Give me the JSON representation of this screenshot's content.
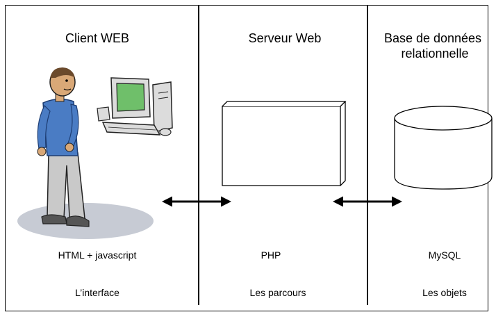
{
  "columns": [
    {
      "title": "Client WEB",
      "technology": "HTML + javascript",
      "role": "L’interface"
    },
    {
      "title": "Serveur Web",
      "technology": "PHP",
      "role": "Les parcours"
    },
    {
      "title_line1": "Base de données",
      "title_line2": "relationnelle",
      "technology": "MySQL",
      "role": "Les objets"
    }
  ],
  "colors": {
    "shirt": "#4a7cc4",
    "pants": "#c9c9c9",
    "skin": "#d9a877",
    "shadow": "#c7cbd4",
    "screen": "#6fbf6a",
    "computer": "#dcdcdc"
  },
  "icons": {
    "client_person": "person-icon",
    "client_computer": "computer-icon",
    "server": "server-box-icon",
    "database": "database-cylinder-icon"
  }
}
